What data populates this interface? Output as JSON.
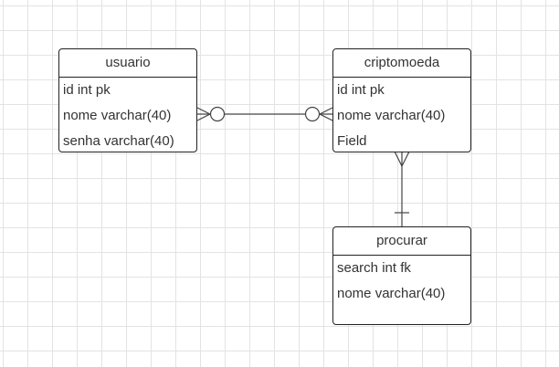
{
  "entities": {
    "usuario": {
      "title": "usuario",
      "attributes": [
        "id int pk",
        "nome varchar(40)",
        "senha varchar(40)"
      ]
    },
    "criptomoeda": {
      "title": "criptomoeda",
      "attributes": [
        "id int pk",
        "nome varchar(40)",
        "Field"
      ]
    },
    "procurar": {
      "title": "procurar",
      "attributes": [
        "search int fk",
        "nome varchar(40)"
      ]
    }
  },
  "relationships": [
    {
      "from": "usuario",
      "to": "criptomoeda",
      "from_cardinality": "zero-or-many",
      "to_cardinality": "zero-or-many"
    },
    {
      "from": "criptomoeda",
      "to": "procurar",
      "from_cardinality": "many",
      "to_cardinality": "one"
    }
  ],
  "colors": {
    "grid": "#e3e3e3",
    "line": "#222222",
    "text": "#333333"
  }
}
